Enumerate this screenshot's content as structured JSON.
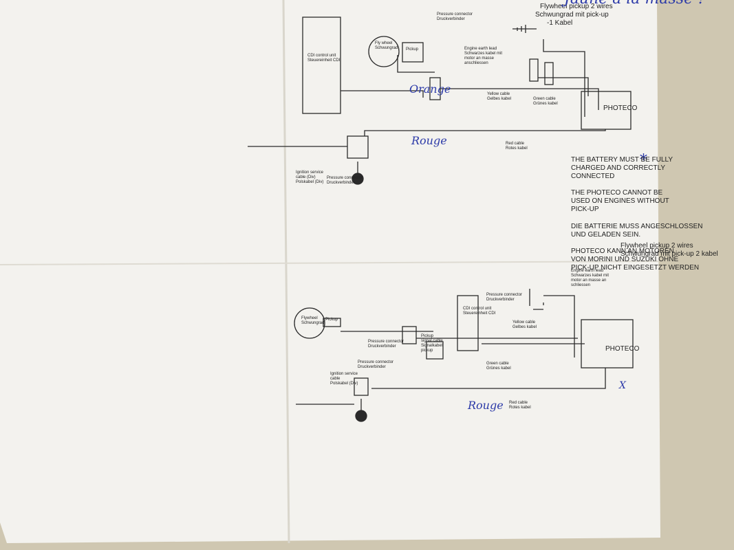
{
  "top_diagram": {
    "title": [
      "Flywheel pickup 2 wires",
      "Schwungrad mit pick-up",
      "-1 Kabel"
    ],
    "handwritten_question": "Jaune a la masse ?",
    "photeco": "PHOTECO",
    "engine_earth": [
      "Engine earth lead",
      "Schwarzes kabel mit",
      "motor an masse",
      "anschliessen"
    ],
    "yellow_cable": [
      "Yellow cable",
      "Gelbes kabel"
    ],
    "green_cable": [
      "Green cable",
      "Grünes kabel"
    ],
    "red_cable": [
      "Red cable",
      "Rotes kabel"
    ],
    "pressure_connector_1": [
      "Pressure connector",
      "Druckverbinder"
    ],
    "pressure_connector_2": [
      "Pressure connector",
      "Druckverbinder"
    ],
    "flywheel": [
      "Fly wheel",
      "Schwungrad"
    ],
    "pickup": "Pickup",
    "cdi": [
      "CDI control unit",
      "Steuereinheit CDI"
    ],
    "ignition": [
      "Ignition service",
      "cable (Div)",
      "Polskabel (Div)"
    ],
    "orange_note": "Orange",
    "rouge_note": "Rouge",
    "star": "*"
  },
  "notes": {
    "en": [
      "THE BATTERY MUST BE FULLY",
      "CHARGED AND CORRECTLY",
      "CONNECTED",
      "",
      "THE PHOTECO CANNOT BE",
      "USED ON ENGINES WITHOUT",
      "PICK-UP"
    ],
    "de": [
      "DIE BATTERIE MUSS ANGESCHLOSSEN",
      "UND GELADEN SEIN.",
      "",
      "PHOTECO KANN AN MOTOREN",
      "VON MORINI UND SUZUKI OHNE",
      "PICK-UP NICHT EINGESETZT WERDEN"
    ]
  },
  "bottom_diagram": {
    "title": [
      "Flywheel pickup 2 wires",
      "Schwungrad mit pick-up 2 kabel"
    ],
    "photeco": "PHOTECO",
    "engine_earth": [
      "Engine earth lead",
      "Schwarzes kabel mit",
      "motor an masse an",
      "schliessen"
    ],
    "yellow_cable": [
      "Yellow cable",
      "Gelbes kabel"
    ],
    "green_cable": [
      "Green cable",
      "Grünes kabel"
    ],
    "red_cable": [
      "Red cable",
      "Rotes kabel"
    ],
    "pressure_connector_1": [
      "Pressure connector",
      "Druckverbinder"
    ],
    "pressure_connector_2": [
      "Pressure connector",
      "Druckverbinder"
    ],
    "pressure_connector_3": [
      "Pressure connector",
      "Druckverbinder"
    ],
    "cdi": [
      "CDI control unit",
      "Steuereinheit CDI"
    ],
    "pickup_cable": [
      "Pickup",
      "signal cable",
      "Signalkabel",
      "pickup"
    ],
    "flywheel": [
      "Flywheel",
      "Schwungrad"
    ],
    "pickup": "Pickup",
    "ignition": [
      "Ignition service",
      "cable",
      "Polskabel (Div)"
    ],
    "rouge_note": "Rouge",
    "x_mark": "X"
  },
  "colors": {
    "paper": "#f3f2ee",
    "line": "#2a2a2a",
    "ink": "#2c3aa8",
    "background": "#cfc7b1"
  }
}
